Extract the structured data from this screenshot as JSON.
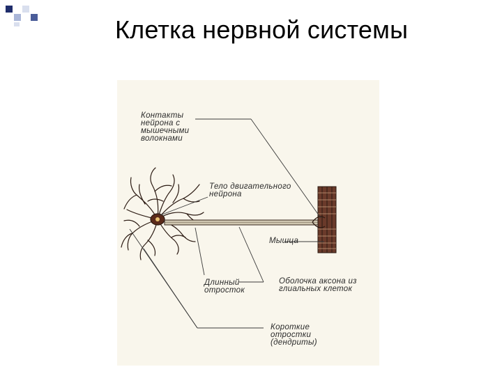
{
  "slide": {
    "title": "Клетка нервной системы"
  },
  "theme": {
    "square_colors": [
      "#1f2d6b",
      "#aab6d8",
      "#d9dfee",
      "#4a5c99"
    ]
  },
  "diagram": {
    "labels": {
      "muscle_contacts": "Контакты\nнейрона с\nмышечными\nволокнами",
      "motor_neuron_body": "Тело двигательного\nнейрона",
      "muscle": "Мышца",
      "long_process": "Длинный\nотросток",
      "axon_sheath": "Оболочка аксона из\nглиальных клеток",
      "short_processes": "Короткие\nотростки\n(дендриты)"
    }
  }
}
